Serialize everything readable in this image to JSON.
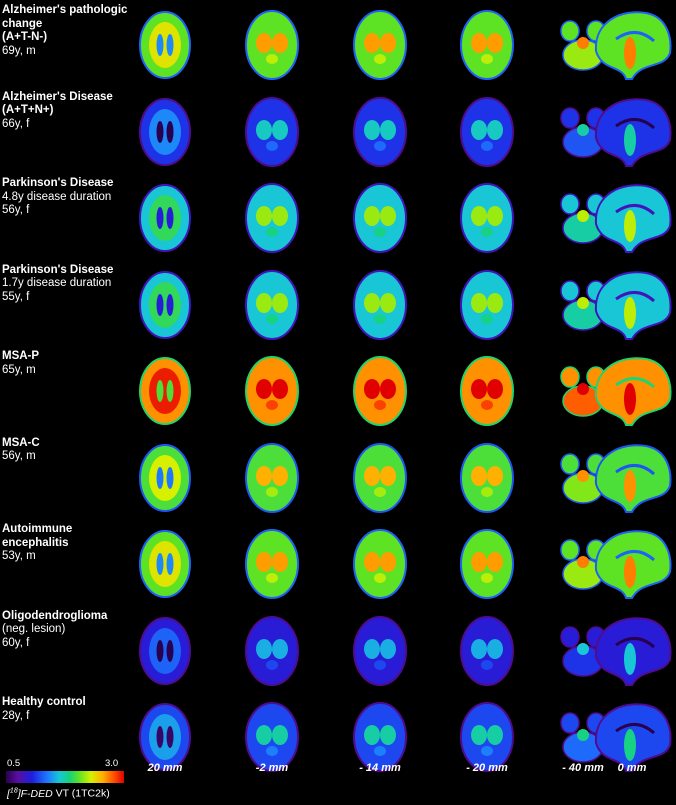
{
  "colorbar": {
    "min": "0.5",
    "max": "3.0",
    "tracer_sup": "18",
    "tracer_name": "F-DED",
    "tracer_prefix": "[",
    "tracer_close": "]",
    "quantity": " VT (1TC2k)"
  },
  "slices": [
    "20 mm",
    "-2 mm",
    "- 14 mm",
    "- 20 mm",
    "- 40 mm",
    "0 mm"
  ],
  "rows": [
    {
      "title": "Alzheimer's pathologic change\n(A+T-N-)",
      "extra": "",
      "demo": "69y, m",
      "intensity": 0.62
    },
    {
      "title": "Alzheimer's Disease\n(A+T+N+)",
      "extra": "",
      "demo": "66y, f",
      "intensity": 0.25
    },
    {
      "title": "Parkinson's Disease",
      "extra": "4.8y disease duration",
      "demo": "56y, f",
      "intensity": 0.45
    },
    {
      "title": "Parkinson's Disease",
      "extra": "1.7y disease duration",
      "demo": "55y, f",
      "intensity": 0.45
    },
    {
      "title": "MSA-P",
      "extra": "",
      "demo": "65y, m",
      "intensity": 0.85
    },
    {
      "title": "MSA-C",
      "extra": "",
      "demo": "56y, m",
      "intensity": 0.6
    },
    {
      "title": "Autoimmune\nencephalitis",
      "extra": "",
      "demo": "53y, m",
      "intensity": 0.62
    },
    {
      "title": "Oligodendroglioma",
      "extra": "(neg. lesion)",
      "demo": "60y, f",
      "intensity": 0.2
    },
    {
      "title": "Healthy control",
      "extra": "",
      "demo": "28y, f",
      "intensity": 0.28
    }
  ]
}
